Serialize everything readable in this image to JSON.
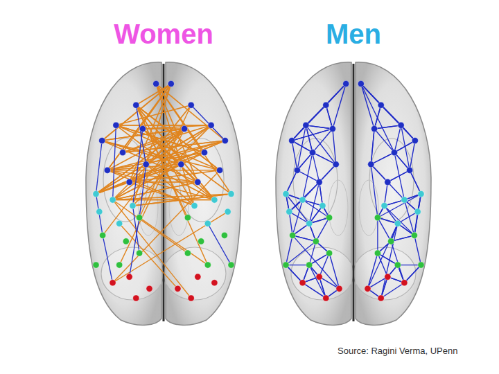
{
  "diagram": {
    "labels": [
      "Women",
      "Men",
      "Source: Ragini Verma, UPenn"
    ]
  }
}
